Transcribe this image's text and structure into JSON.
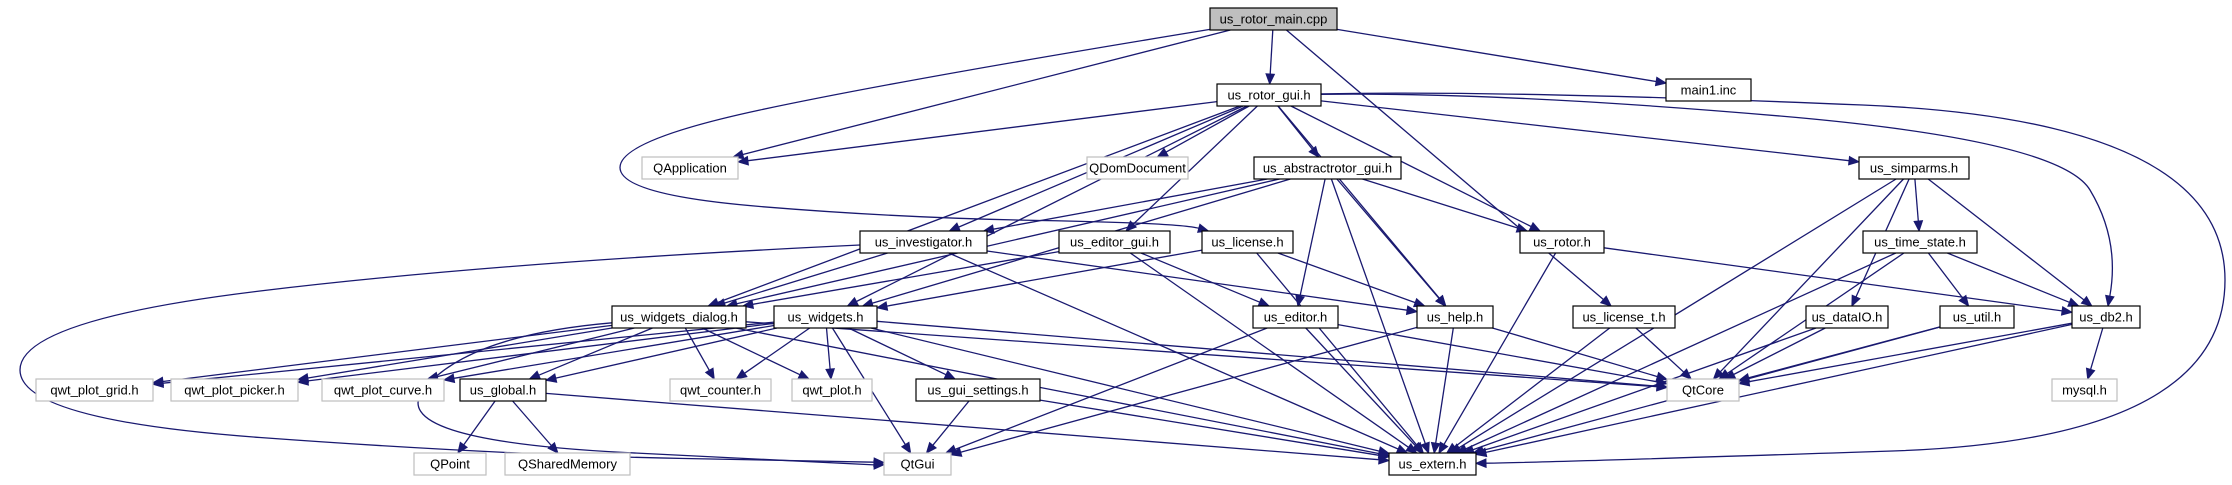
{
  "diagram": {
    "kind": "include dependency graph",
    "colors": {
      "edge": "#191970",
      "root_fill": "#bfbfbf",
      "node_border": "#000000",
      "external_border": "#bfbfbf"
    },
    "nodes": [
      {
        "id": "us_rotor_main_cpp",
        "label": "us_rotor_main.cpp",
        "style": "root"
      },
      {
        "id": "us_rotor_gui_h",
        "label": "us_rotor_gui.h",
        "style": "local"
      },
      {
        "id": "main1_inc",
        "label": "main1.inc",
        "style": "local"
      },
      {
        "id": "QApplication",
        "label": "QApplication",
        "style": "external"
      },
      {
        "id": "QDomDocument",
        "label": "QDomDocument",
        "style": "external"
      },
      {
        "id": "us_abstractrotor_gui_h",
        "label": "us_abstractrotor_gui.h",
        "style": "local"
      },
      {
        "id": "us_simparms_h",
        "label": "us_simparms.h",
        "style": "local"
      },
      {
        "id": "us_investigator_h",
        "label": "us_investigator.h",
        "style": "local"
      },
      {
        "id": "us_editor_gui_h",
        "label": "us_editor_gui.h",
        "style": "local"
      },
      {
        "id": "us_license_h",
        "label": "us_license.h",
        "style": "local"
      },
      {
        "id": "us_rotor_h",
        "label": "us_rotor.h",
        "style": "local"
      },
      {
        "id": "us_time_state_h",
        "label": "us_time_state.h",
        "style": "local"
      },
      {
        "id": "us_widgets_dialog_h",
        "label": "us_widgets_dialog.h",
        "style": "local"
      },
      {
        "id": "us_widgets_h",
        "label": "us_widgets.h",
        "style": "local"
      },
      {
        "id": "us_editor_h",
        "label": "us_editor.h",
        "style": "local"
      },
      {
        "id": "us_help_h",
        "label": "us_help.h",
        "style": "local"
      },
      {
        "id": "us_license_t_h",
        "label": "us_license_t.h",
        "style": "local"
      },
      {
        "id": "us_dataIO_h",
        "label": "us_dataIO.h",
        "style": "local"
      },
      {
        "id": "us_util_h",
        "label": "us_util.h",
        "style": "local"
      },
      {
        "id": "us_db2_h",
        "label": "us_db2.h",
        "style": "local"
      },
      {
        "id": "qwt_plot_grid_h",
        "label": "qwt_plot_grid.h",
        "style": "external"
      },
      {
        "id": "qwt_plot_picker_h",
        "label": "qwt_plot_picker.h",
        "style": "external"
      },
      {
        "id": "qwt_plot_curve_h",
        "label": "qwt_plot_curve.h",
        "style": "external"
      },
      {
        "id": "us_global_h",
        "label": "us_global.h",
        "style": "local"
      },
      {
        "id": "qwt_counter_h",
        "label": "qwt_counter.h",
        "style": "external"
      },
      {
        "id": "qwt_plot_h",
        "label": "qwt_plot.h",
        "style": "external"
      },
      {
        "id": "us_gui_settings_h",
        "label": "us_gui_settings.h",
        "style": "local"
      },
      {
        "id": "QtCore",
        "label": "QtCore",
        "style": "external"
      },
      {
        "id": "mysql_h",
        "label": "mysql.h",
        "style": "external"
      },
      {
        "id": "QPoint",
        "label": "QPoint",
        "style": "external"
      },
      {
        "id": "QSharedMemory",
        "label": "QSharedMemory",
        "style": "external"
      },
      {
        "id": "QtGui",
        "label": "QtGui",
        "style": "external"
      },
      {
        "id": "us_extern_h",
        "label": "us_extern.h",
        "style": "local"
      }
    ],
    "edges": [
      [
        "us_rotor_main_cpp",
        "us_rotor_gui_h"
      ],
      [
        "us_rotor_main_cpp",
        "main1_inc"
      ],
      [
        "us_rotor_main_cpp",
        "QApplication"
      ],
      [
        "us_rotor_main_cpp",
        "us_license_h"
      ],
      [
        "us_rotor_main_cpp",
        "us_license_t_h"
      ],
      [
        "us_rotor_gui_h",
        "QApplication"
      ],
      [
        "us_rotor_gui_h",
        "QDomDocument"
      ],
      [
        "us_rotor_gui_h",
        "us_abstractrotor_gui_h"
      ],
      [
        "us_rotor_gui_h",
        "us_simparms_h"
      ],
      [
        "us_rotor_gui_h",
        "us_investigator_h"
      ],
      [
        "us_rotor_gui_h",
        "us_editor_gui_h"
      ],
      [
        "us_rotor_gui_h",
        "us_rotor_h"
      ],
      [
        "us_rotor_gui_h",
        "us_widgets_dialog_h"
      ],
      [
        "us_rotor_gui_h",
        "us_widgets_h"
      ],
      [
        "us_rotor_gui_h",
        "us_help_h"
      ],
      [
        "us_rotor_gui_h",
        "us_db2_h"
      ],
      [
        "us_rotor_gui_h",
        "us_extern_h"
      ],
      [
        "us_abstractrotor_gui_h",
        "us_investigator_h"
      ],
      [
        "us_abstractrotor_gui_h",
        "us_widgets_dialog_h"
      ],
      [
        "us_abstractrotor_gui_h",
        "us_widgets_h"
      ],
      [
        "us_abstractrotor_gui_h",
        "us_editor_h"
      ],
      [
        "us_abstractrotor_gui_h",
        "us_help_h"
      ],
      [
        "us_abstractrotor_gui_h",
        "us_rotor_h"
      ],
      [
        "us_abstractrotor_gui_h",
        "us_extern_h"
      ],
      [
        "us_simparms_h",
        "us_time_state_h"
      ],
      [
        "us_simparms_h",
        "us_dataIO_h"
      ],
      [
        "us_simparms_h",
        "us_db2_h"
      ],
      [
        "us_simparms_h",
        "QtCore"
      ],
      [
        "us_simparms_h",
        "us_extern_h"
      ],
      [
        "us_investigator_h",
        "us_widgets_dialog_h"
      ],
      [
        "us_investigator_h",
        "us_help_h"
      ],
      [
        "us_investigator_h",
        "QtGui"
      ],
      [
        "us_investigator_h",
        "us_extern_h"
      ],
      [
        "us_editor_gui_h",
        "us_widgets_dialog_h"
      ],
      [
        "us_editor_gui_h",
        "us_editor_h"
      ],
      [
        "us_editor_gui_h",
        "us_extern_h"
      ],
      [
        "us_license_h",
        "us_widgets_h"
      ],
      [
        "us_license_h",
        "us_help_h"
      ],
      [
        "us_license_h",
        "us_extern_h"
      ],
      [
        "us_rotor_h",
        "us_db2_h"
      ],
      [
        "us_rotor_h",
        "us_extern_h"
      ],
      [
        "us_time_state_h",
        "us_util_h"
      ],
      [
        "us_time_state_h",
        "us_db2_h"
      ],
      [
        "us_time_state_h",
        "QtCore"
      ],
      [
        "us_time_state_h",
        "us_extern_h"
      ],
      [
        "us_widgets_dialog_h",
        "qwt_plot_grid_h"
      ],
      [
        "us_widgets_dialog_h",
        "qwt_plot_picker_h"
      ],
      [
        "us_widgets_dialog_h",
        "qwt_plot_curve_h"
      ],
      [
        "us_widgets_dialog_h",
        "us_global_h"
      ],
      [
        "us_widgets_dialog_h",
        "qwt_counter_h"
      ],
      [
        "us_widgets_dialog_h",
        "qwt_plot_h"
      ],
      [
        "us_widgets_dialog_h",
        "QtCore"
      ],
      [
        "us_widgets_dialog_h",
        "QtGui"
      ],
      [
        "us_widgets_dialog_h",
        "us_extern_h"
      ],
      [
        "us_widgets_h",
        "qwt_plot_grid_h"
      ],
      [
        "us_widgets_h",
        "qwt_plot_picker_h"
      ],
      [
        "us_widgets_h",
        "qwt_plot_curve_h"
      ],
      [
        "us_widgets_h",
        "us_global_h"
      ],
      [
        "us_widgets_h",
        "qwt_counter_h"
      ],
      [
        "us_widgets_h",
        "qwt_plot_h"
      ],
      [
        "us_widgets_h",
        "us_gui_settings_h"
      ],
      [
        "us_widgets_h",
        "QtCore"
      ],
      [
        "us_widgets_h",
        "QtGui"
      ],
      [
        "us_widgets_h",
        "us_extern_h"
      ],
      [
        "us_editor_h",
        "QtCore"
      ],
      [
        "us_editor_h",
        "QtGui"
      ],
      [
        "us_editor_h",
        "us_extern_h"
      ],
      [
        "us_help_h",
        "QtCore"
      ],
      [
        "us_help_h",
        "QtGui"
      ],
      [
        "us_help_h",
        "us_extern_h"
      ],
      [
        "us_license_t_h",
        "QtCore"
      ],
      [
        "us_license_t_h",
        "us_extern_h"
      ],
      [
        "us_dataIO_h",
        "QtCore"
      ],
      [
        "us_dataIO_h",
        "us_extern_h"
      ],
      [
        "us_util_h",
        "QtCore"
      ],
      [
        "us_util_h",
        "us_extern_h"
      ],
      [
        "us_db2_h",
        "mysql_h"
      ],
      [
        "us_db2_h",
        "QtCore"
      ],
      [
        "us_db2_h",
        "us_extern_h"
      ],
      [
        "us_global_h",
        "QPoint"
      ],
      [
        "us_global_h",
        "QSharedMemory"
      ],
      [
        "us_global_h",
        "us_extern_h"
      ],
      [
        "us_gui_settings_h",
        "QtGui"
      ],
      [
        "us_gui_settings_h",
        "us_extern_h"
      ]
    ]
  }
}
